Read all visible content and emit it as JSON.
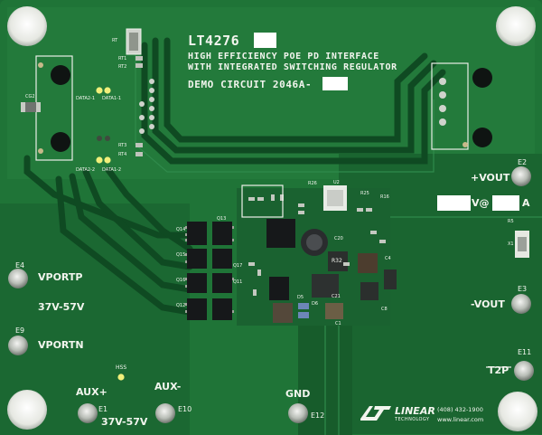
{
  "board": {
    "part_number": "LT4276",
    "description_line1": "HIGH EFFICIENCY POE PD INTERFACE",
    "description_line2": "WITH INTEGRATED SWITCHING REGULATOR",
    "demo_circuit": "DEMO CIRCUIT 2046A-",
    "output_spec_v": "V@",
    "output_spec_a": "A"
  },
  "labels": {
    "vportp": "VPORTP",
    "vportn": "VPORTN",
    "input_range": "37V-57V",
    "aux_range": "37V-57V",
    "aux_plus": "AUX+",
    "aux_minus": "AUX-",
    "gnd": "GND",
    "vout_plus": "+VOUT",
    "vout_minus": "-VOUT",
    "t2p": "T2P",
    "hss": "HSS"
  },
  "terminals": {
    "e1": "E1",
    "e2": "E2",
    "e3": "E3",
    "e4": "E4",
    "e9": "E9",
    "e10": "E10",
    "e11": "E11",
    "e12": "E12"
  },
  "refdes": {
    "rt1": "RT1",
    "rt2": "RT2",
    "rt3": "RT3",
    "rt4": "RT4",
    "rt": "RT",
    "data2_1": "DATA2-1",
    "data1_1": "DATA1-1",
    "data2_2": "DATA2-2",
    "data1_2": "DATA1-2",
    "cg2": "CG2",
    "q13": "Q13",
    "q14": "Q14",
    "q15": "Q15",
    "q16": "Q16",
    "q17": "Q17",
    "q11": "Q11",
    "q12": "Q12",
    "r32": "R32",
    "r26": "R26",
    "r25": "R25",
    "r16": "R16",
    "c20": "C20",
    "c21": "C21",
    "c1": "C1",
    "c8": "C8",
    "c4": "C4",
    "d5": "D5",
    "d6": "D6",
    "u2": "U2",
    "x1": "X1",
    "r5": "R5"
  },
  "logo": {
    "name": "LINEAR",
    "subtitle": "TECHNOLOGY",
    "phone": "(408) 432-1900",
    "url": "www.linear.com"
  },
  "colors": {
    "pcb": "#1c6b34",
    "copper_pour": "#185f2e",
    "trace": "#0f4a22",
    "silkscreen": "#f2f5ee",
    "chip": "#16181a",
    "pad": "#c9cdc6"
  }
}
